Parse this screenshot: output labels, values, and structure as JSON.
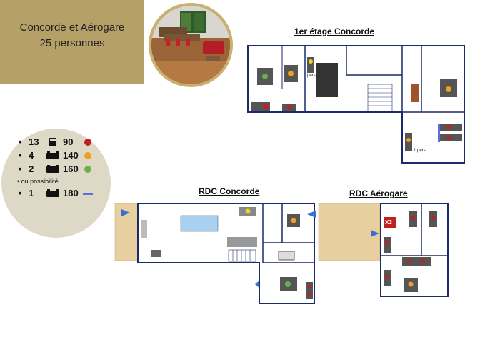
{
  "title": {
    "line1": "Concorde et Aérogare",
    "line2": "25 personnes"
  },
  "legend": {
    "rows": [
      {
        "count": "13",
        "size": "90",
        "color": "#c0201f",
        "icon": "single-bed-icon"
      },
      {
        "count": "4",
        "size": "140",
        "color": "#f0a020",
        "icon": "double-bed-icon"
      },
      {
        "count": "2",
        "size": "160",
        "color": "#6ab04c",
        "icon": "double-bed-icon"
      },
      {
        "count": "1",
        "size": "180",
        "color": "#5a6ee0",
        "icon": "double-bed-icon"
      }
    ],
    "note": "ou possibilité"
  },
  "plans": {
    "upper": {
      "label": "1er étage Concorde",
      "pers1": "1 pers",
      "pers2": "1 pers"
    },
    "rdc_concorde": {
      "label": "RDC Concorde"
    },
    "rdc_aerogare": {
      "label": "RDC Aérogare",
      "badge": "X3"
    }
  },
  "colors": {
    "wall": "#1b2a6b",
    "floor_wood": "#e8cfa0",
    "bed_red": "#c0201f",
    "bed_orange": "#f0a020",
    "bed_green": "#6ab04c",
    "bed_blue": "#5a6ee0",
    "arrow": "#3b6fd6",
    "title_bg": "#b5a068"
  }
}
